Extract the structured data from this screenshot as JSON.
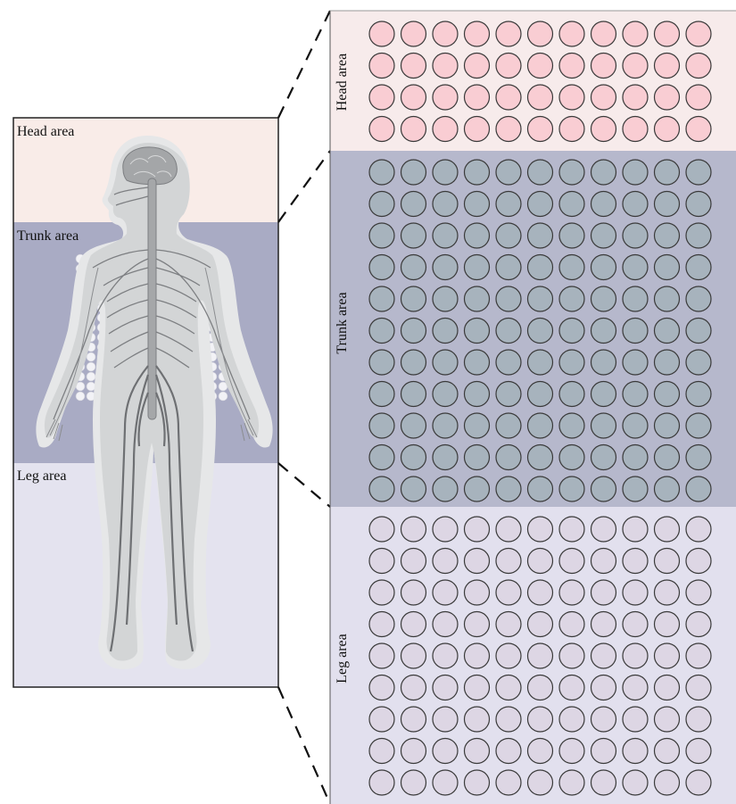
{
  "left_panel": {
    "head_label": "Head area",
    "trunk_label": "Trunk area",
    "leg_label": "Leg area"
  },
  "right_panel": {
    "head": {
      "label": "Head area",
      "rows": 4,
      "cols": 11
    },
    "trunk": {
      "label": "Trunk area",
      "rows": 11,
      "cols": 11
    },
    "leg": {
      "label": "Leg area",
      "rows": 9,
      "cols": 11
    }
  },
  "colors": {
    "head_bg_left": "#f9ece8",
    "trunk_bg_left": "#a9abc4",
    "leg_bg_left": "#e4e3ef",
    "head_bg_right": "#f7ebeb",
    "head_cell": "#f9cdd3",
    "trunk_bg_right": "#b6b8cc",
    "trunk_cell": "#a7b3bd",
    "leg_bg_right": "#e2e0ee",
    "leg_cell": "#ddd6e4",
    "body_fill": "#d3d5d6",
    "nerve": "#7d7f82",
    "spine": "#a5a7a9",
    "cell_stroke": "#3a3a3a"
  }
}
